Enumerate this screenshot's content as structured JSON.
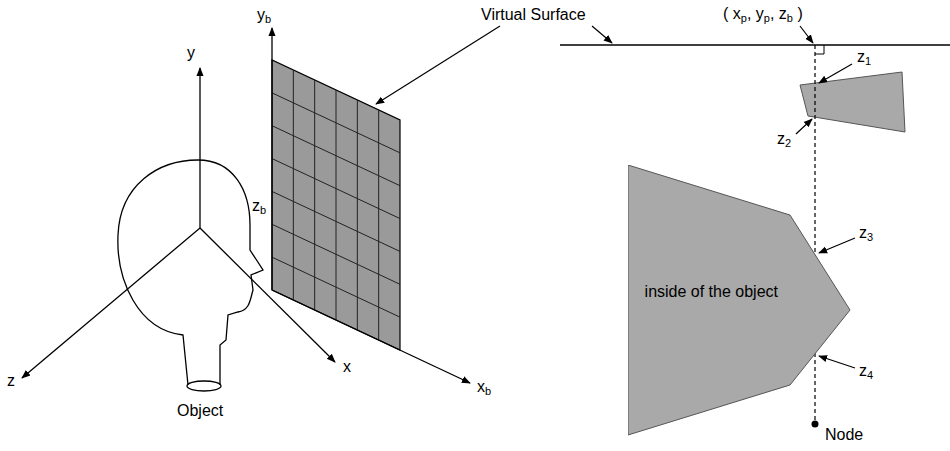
{
  "diagram": {
    "nodes": [
      {
        "text": [
          "inside of the object"
        ]
      }
    ],
    "labels": [
      "Virtual Surface",
      "( xp, yp, zb )",
      "y",
      "yb",
      "zb",
      "xb",
      "z",
      "x",
      "Object",
      "z1",
      "z2",
      "z3",
      "z4",
      "Node"
    ]
  }
}
